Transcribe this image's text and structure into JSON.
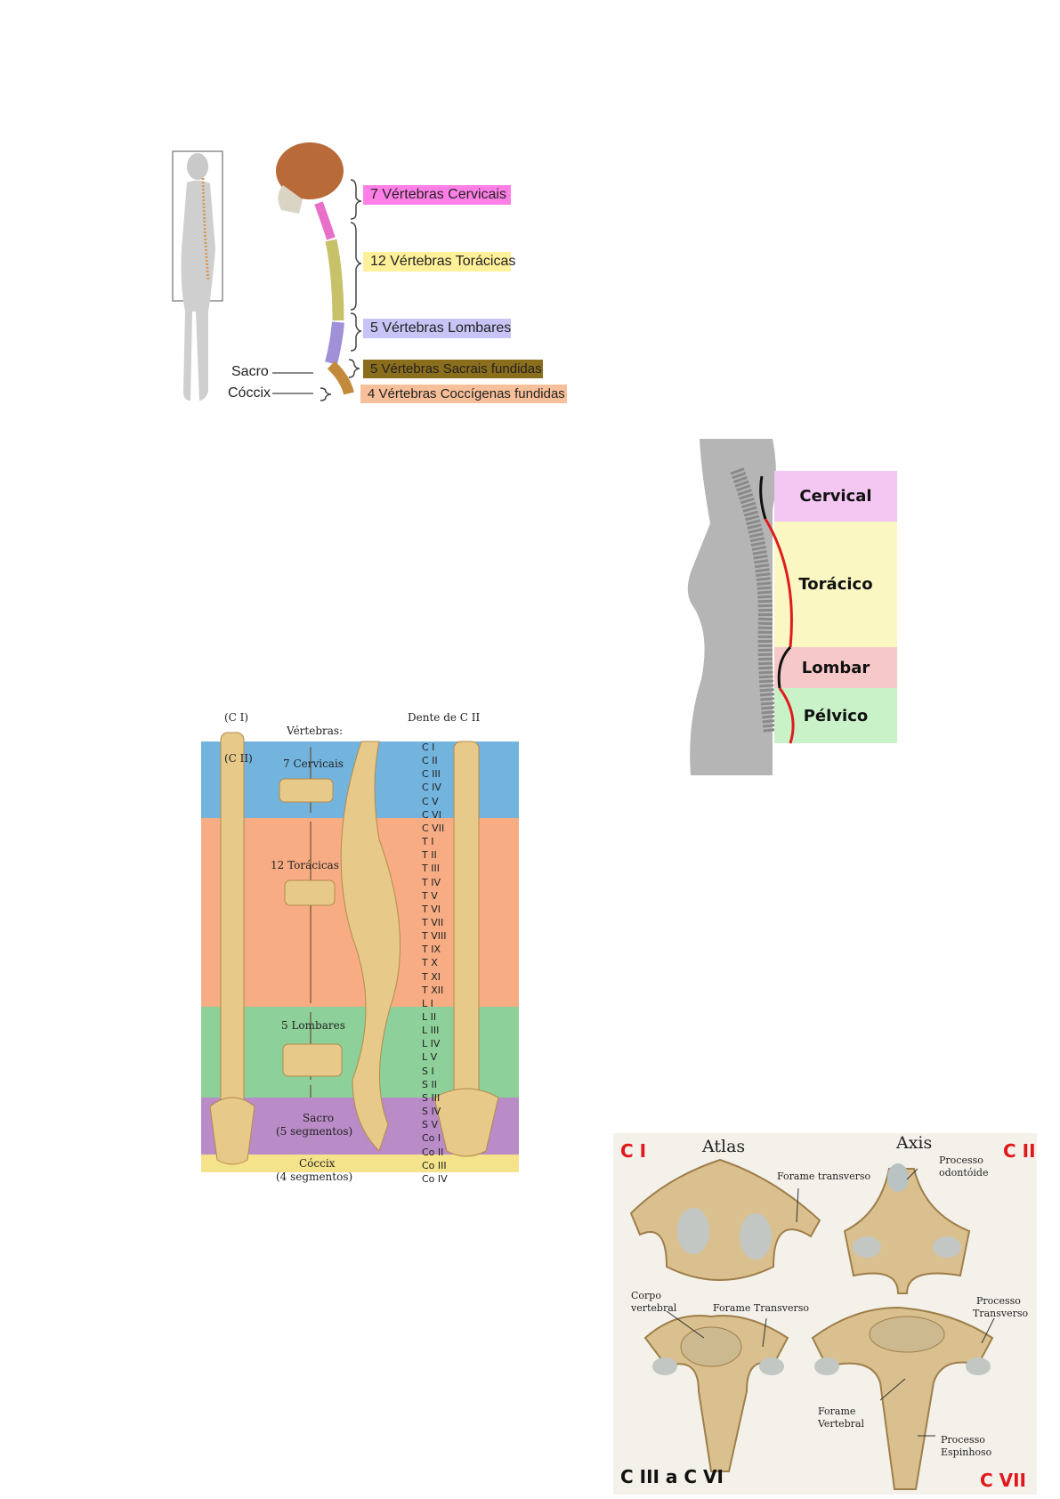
{
  "figure1": {
    "labels": {
      "cervical": "7 Vértebras Cervicais",
      "thoracic": "12 Vértebras Torácicas",
      "lumbar": "5 Vértebras Lombares",
      "sacral": "5 Vértebras Sacrais fundidas",
      "coccygeal": "4 Vértebras Coccígenas fundidas"
    },
    "side": {
      "sacro": "Sacro",
      "coccix": "Cóccix"
    },
    "colors": {
      "cervical": "#ff7fe6",
      "thoracic": "#fff09a",
      "lumbar": "#c8c4f6",
      "sacral": "#8b6e1c",
      "coccygeal": "#f8c09a"
    }
  },
  "figure2": {
    "regions": [
      {
        "label": "Cervical",
        "color": "#f4c7f2"
      },
      {
        "label": "Torácico",
        "color": "#faf7c3"
      },
      {
        "label": "Lombar",
        "color": "#f6c8c8"
      },
      {
        "label": "Pélvico",
        "color": "#c9f2c8"
      }
    ]
  },
  "figure3": {
    "top_left": "(C I)",
    "top_left2": "(C II)",
    "vertebras": "Vértebras:",
    "dente": "Dente de C II",
    "cervicais": "7 Cervicais",
    "toracicas": "12 Torácicas",
    "lombares": "5 Lombares",
    "sacro": "Sacro",
    "sacro_seg": "(5 segmentos)",
    "coccix": "Cóccix",
    "coccix_seg": "(4 segmentos)",
    "vert_labels": [
      "C I",
      "C II",
      "C III",
      "C IV",
      "C V",
      "C VI",
      "C VII",
      "T I",
      "T II",
      "T III",
      "T IV",
      "T V",
      "T VI",
      "T VII",
      "T VIII",
      "T IX",
      "T X",
      "T XI",
      "T XII",
      "L I",
      "L II",
      "L III",
      "L IV",
      "L V",
      "S I",
      "S II",
      "S III",
      "S IV",
      "S V",
      "Co I",
      "Co II",
      "Co III",
      "Co IV"
    ],
    "colors": {
      "cervical": "#72b4de",
      "thoracic": "#f7ac84",
      "lumbar": "#8dd09a",
      "sacral": "#b98bc7",
      "coccyx": "#f4e38a"
    }
  },
  "figure4": {
    "ci": "C I",
    "cii": "C II",
    "atlas": "Atlas",
    "axis": "Axis",
    "forame_transverso": "Forame transverso",
    "processo_odontoide_1": "Processo",
    "processo_odontoide_2": "odontóide",
    "corpo_1": "Corpo",
    "corpo_2": "vertebral",
    "forame_transverso2": "Forame Transverso",
    "processo_transverso_1": "Processo",
    "processo_transverso_2": "Transverso",
    "forame_vertebral_1": "Forame",
    "forame_vertebral_2": "Vertebral",
    "processo_espinhoso_1": "Processo",
    "processo_espinhoso_2": "Espinhoso",
    "ciii_cvi": "C III a C VI",
    "cvii": "C VII"
  }
}
